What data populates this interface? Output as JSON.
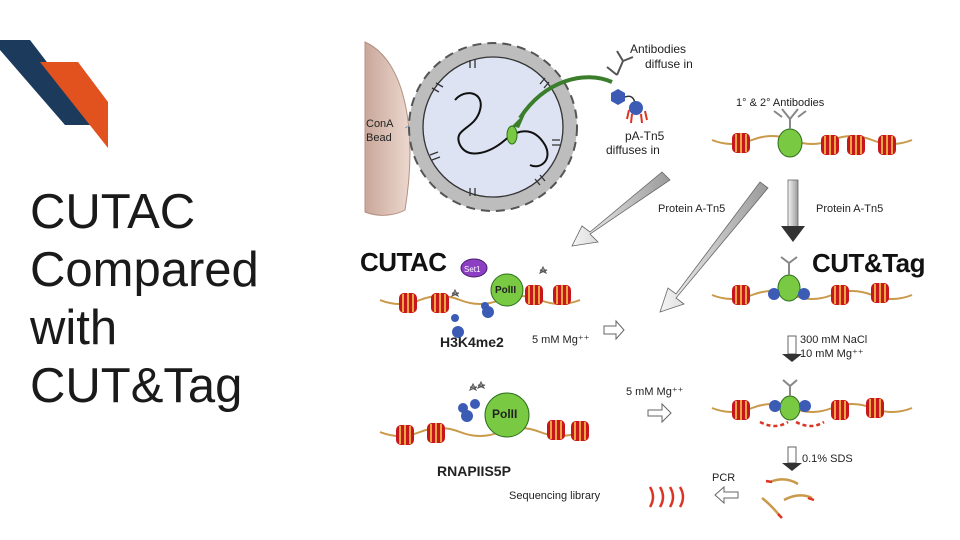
{
  "slide": {
    "title_lines": [
      "CUTAC",
      "Compared",
      "with",
      "CUT&Tag"
    ],
    "accent_colors": {
      "navy": "#1b3a5c",
      "orange": "#e2521f"
    }
  },
  "figure": {
    "cona_bead": [
      "ConA",
      "Bead"
    ],
    "antibodies_diffuse": [
      "Antibodies",
      "diffuse in"
    ],
    "pa_tn5_diffuses": [
      "pA-Tn5",
      "diffuses in"
    ],
    "primary_secondary_antibodies": "1° & 2° Antibodies",
    "protein_a_tn5_left": "Protein A-Tn5",
    "protein_a_tn5_right": "Protein A-Tn5",
    "cutac_label": "CUTAC",
    "cut_and_tag_label": "CUT&Tag",
    "set1": "Set1",
    "pol2": "PolII",
    "h3k4me2": "H3K4me2",
    "mg_5mm_upper": "5 mM Mg⁺⁺",
    "mg_5mm_lower": "5 mM Mg⁺⁺",
    "nacl": "300 mM NaCl",
    "mg_10mm": "10 mM Mg⁺⁺",
    "rnapiis5p": "RNAPIIS5P",
    "sds": "0.1% SDS",
    "pcr": "PCR",
    "sequencing_library": "Sequencing library"
  }
}
